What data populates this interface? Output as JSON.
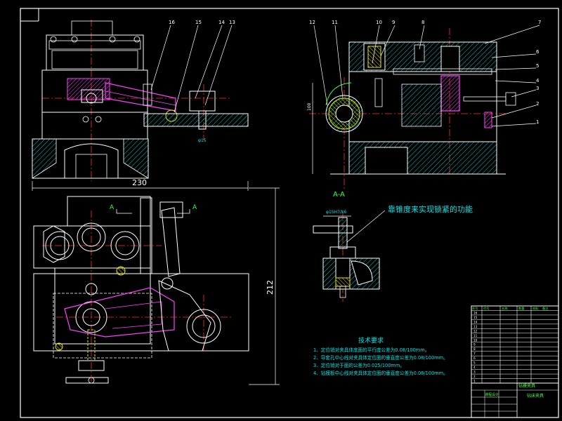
{
  "view_labels": {
    "front_view_callouts": [
      "16",
      "15",
      "14",
      "13"
    ],
    "side_view_callouts": [
      "12",
      "11",
      "10",
      "9",
      "8",
      "7",
      "6",
      "5",
      "4",
      "3",
      "2",
      "1"
    ],
    "side_dim_vertical": "100",
    "width_dim": "230",
    "height_dim": "212",
    "section_marker": "A",
    "section_title": "A-A",
    "fit_annotation": "φ15H7/k6",
    "note_callout": "靠锥度来实现锁紧的功能",
    "front_small_label": "φ15",
    "front_small_label2": "φ15"
  },
  "tech_requirements": {
    "title": "技术要求",
    "items": [
      "1、定位销对夹具体底面的平行度公差为0.08/100mm。",
      "2、导套孔中心线对夹具体定位面的垂直度公差为0.08/100mm。",
      "3、定位销对于面的公差为0.025/100mm。",
      "4、钻模板中心线对夹具体定位面的垂直度公差为0.08/100mm。"
    ]
  },
  "title_block": {
    "drawing_name": "钻模夹具",
    "part_name": "钻床夹具",
    "school": "课程设计",
    "rows": [
      "16",
      "15",
      "14",
      "13",
      "12",
      "11",
      "10",
      "9",
      "8",
      "7",
      "6",
      "5",
      "4",
      "3",
      "2",
      "1"
    ],
    "header_cells": [
      "序号",
      "代号",
      "名称",
      "数量",
      "材料",
      "备注"
    ]
  },
  "colors": {
    "frame": "#ffffff",
    "line": "#ffffff",
    "center": "#ff3030",
    "hatch": "#00c8c8",
    "dimension": "#00e5e5",
    "magenta": "#ff40ff",
    "yellow": "#e8e800",
    "green": "#3cff3c",
    "blue": "#3070ff"
  }
}
